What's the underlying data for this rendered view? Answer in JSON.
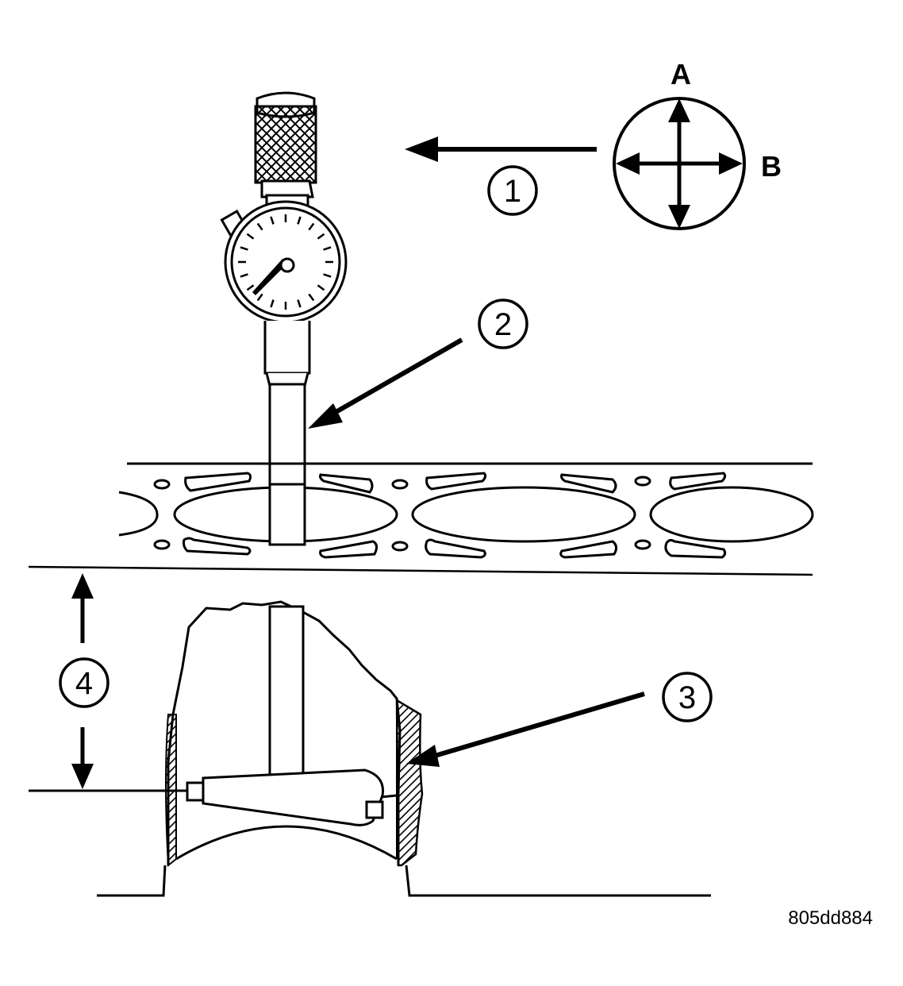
{
  "direction_indicator": {
    "label_a": "A",
    "label_b": "B"
  },
  "callouts": [
    {
      "id": "callout-1",
      "number": "1"
    },
    {
      "id": "callout-2",
      "number": "2"
    },
    {
      "id": "callout-3",
      "number": "3"
    },
    {
      "id": "callout-4",
      "number": "4"
    }
  ],
  "figure_id": "805dd884",
  "colors": {
    "line": "#000000",
    "background": "#ffffff"
  }
}
